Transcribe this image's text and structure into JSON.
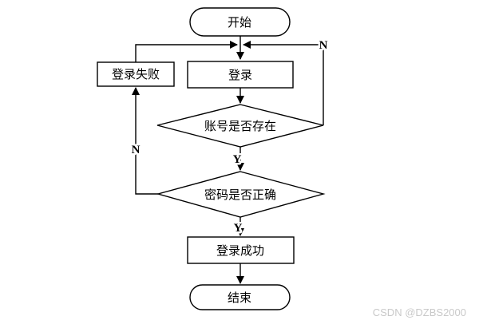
{
  "colors": {
    "stroke": "#000000",
    "node_fill": "#ffffff",
    "background": "#ffffff",
    "watermark": "#c9c9c9"
  },
  "flowchart": {
    "nodes": {
      "start": {
        "label": "开始",
        "shape": "terminator"
      },
      "login_fail": {
        "label": "登录失败",
        "shape": "process"
      },
      "login": {
        "label": "登录",
        "shape": "process"
      },
      "check_account": {
        "label": "账号是否存在",
        "shape": "decision"
      },
      "check_password": {
        "label": "密码是否正确",
        "shape": "decision"
      },
      "login_success": {
        "label": "登录成功",
        "shape": "process"
      },
      "end": {
        "label": "结束",
        "shape": "terminator"
      }
    },
    "branches": {
      "account_exists_no": "N",
      "account_exists_yes": "Y",
      "password_correct_no": "N",
      "password_correct_yes": "Y"
    }
  },
  "watermark": {
    "text": "CSDN @DZBS2000"
  }
}
